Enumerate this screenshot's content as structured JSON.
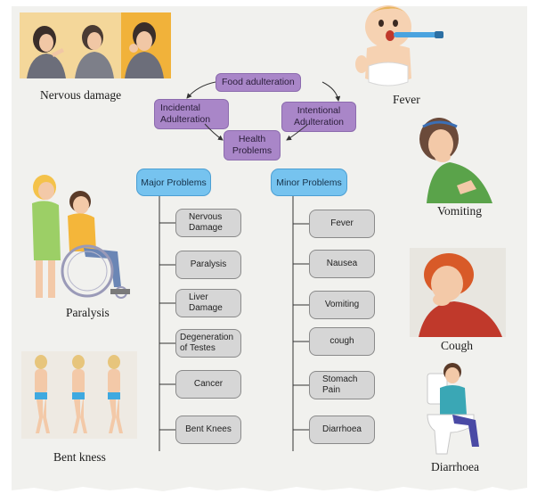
{
  "captions": {
    "nervous": "Nervous damage",
    "fever": "Fever",
    "vomiting": "Vomiting",
    "paralysis": "Paralysis",
    "cough": "Cough",
    "bent": "Bent kness",
    "diarrhoea": "Diarrhoea"
  },
  "flow": {
    "top": "Food adulteration",
    "incidental": "Incidental Adulteration",
    "intentional": "Intentional Adulteration",
    "health": "Health Problems"
  },
  "major": {
    "title": "Major Problems",
    "items": [
      "Nervous Damage",
      "Paralysis",
      "Liver Damage",
      "Degeneration of Testes",
      "Cancer",
      "Bent Knees"
    ]
  },
  "minor": {
    "title": "Minor Problems",
    "items": [
      "Fever",
      "Nausea",
      "Vomiting",
      "cough",
      "Stomach Pain",
      "Diarrhoea"
    ]
  },
  "colors": {
    "panel": "#f1f1ee",
    "flow_box": "#a986c8",
    "heading_box": "#76c3ef",
    "item_box": "#d6d6d6"
  }
}
